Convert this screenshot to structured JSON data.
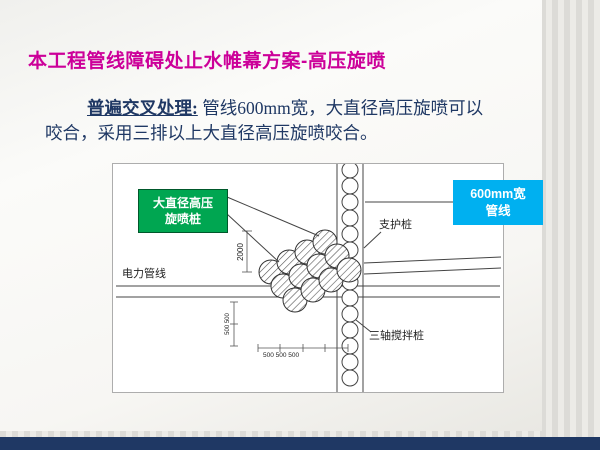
{
  "slide": {
    "title": "本工程管线障碍处止水帷幕方案-高压旋喷",
    "body": {
      "lead": "普遍交叉处理:",
      "line1_rest": " 管线600mm宽，大直径高压旋喷可以",
      "line2": "咬合，采用三排以上大直径高压旋喷咬合。"
    }
  },
  "diagram": {
    "green_label": {
      "line1": "大直径高压",
      "line2": "旋喷桩"
    },
    "blue_label": {
      "line1": "600mm宽",
      "line2": "管线"
    },
    "labels": {
      "power_line": "电力管线",
      "support_pile": "支护桩",
      "mixing_pile": "三轴搅拌桩"
    },
    "dimensions": {
      "vertical_2000": "2000",
      "vertical_500s": "500 500",
      "horizontal_500s": "500 500 500"
    }
  },
  "colors": {
    "title_magenta": "#cc0099",
    "body_navy": "#1f3864",
    "green_box": "#00a651",
    "blue_box": "#00b0f0",
    "footer_bar": "#1f3864"
  }
}
